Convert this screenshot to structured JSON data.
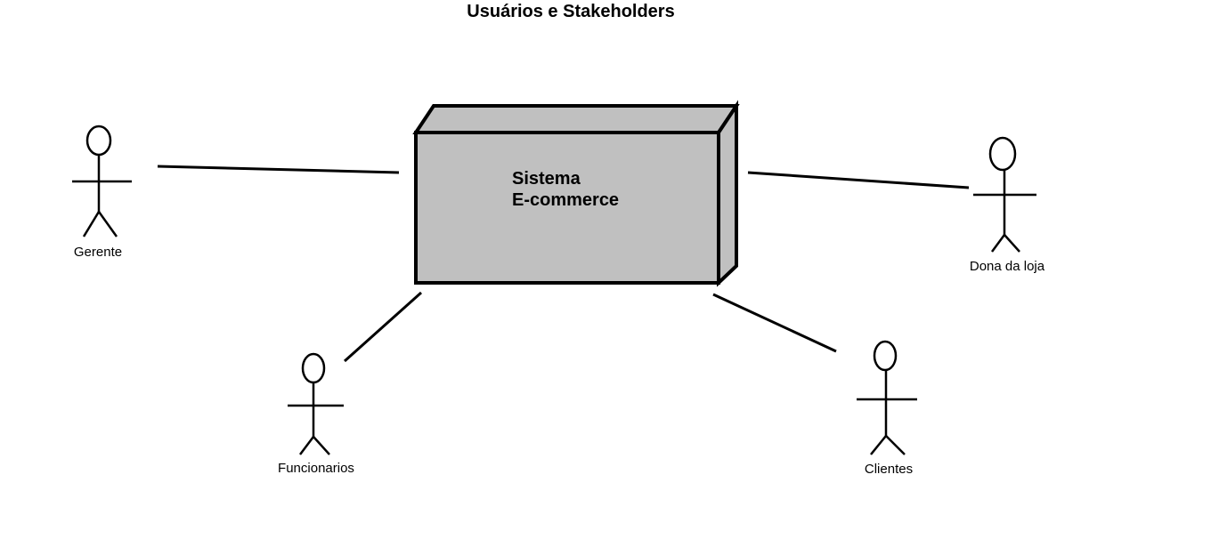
{
  "diagram": {
    "title": "Usuários e Stakeholders",
    "system": {
      "line1": "Sistema",
      "line2": "E-commerce",
      "front_color": "#c0c0c0",
      "side_color": "#c0c0c0"
    },
    "actors": {
      "gerente": "Gerente",
      "funcionarios": "Funcionarios",
      "dona": "Dona da loja",
      "clientes": "Clientes"
    }
  }
}
